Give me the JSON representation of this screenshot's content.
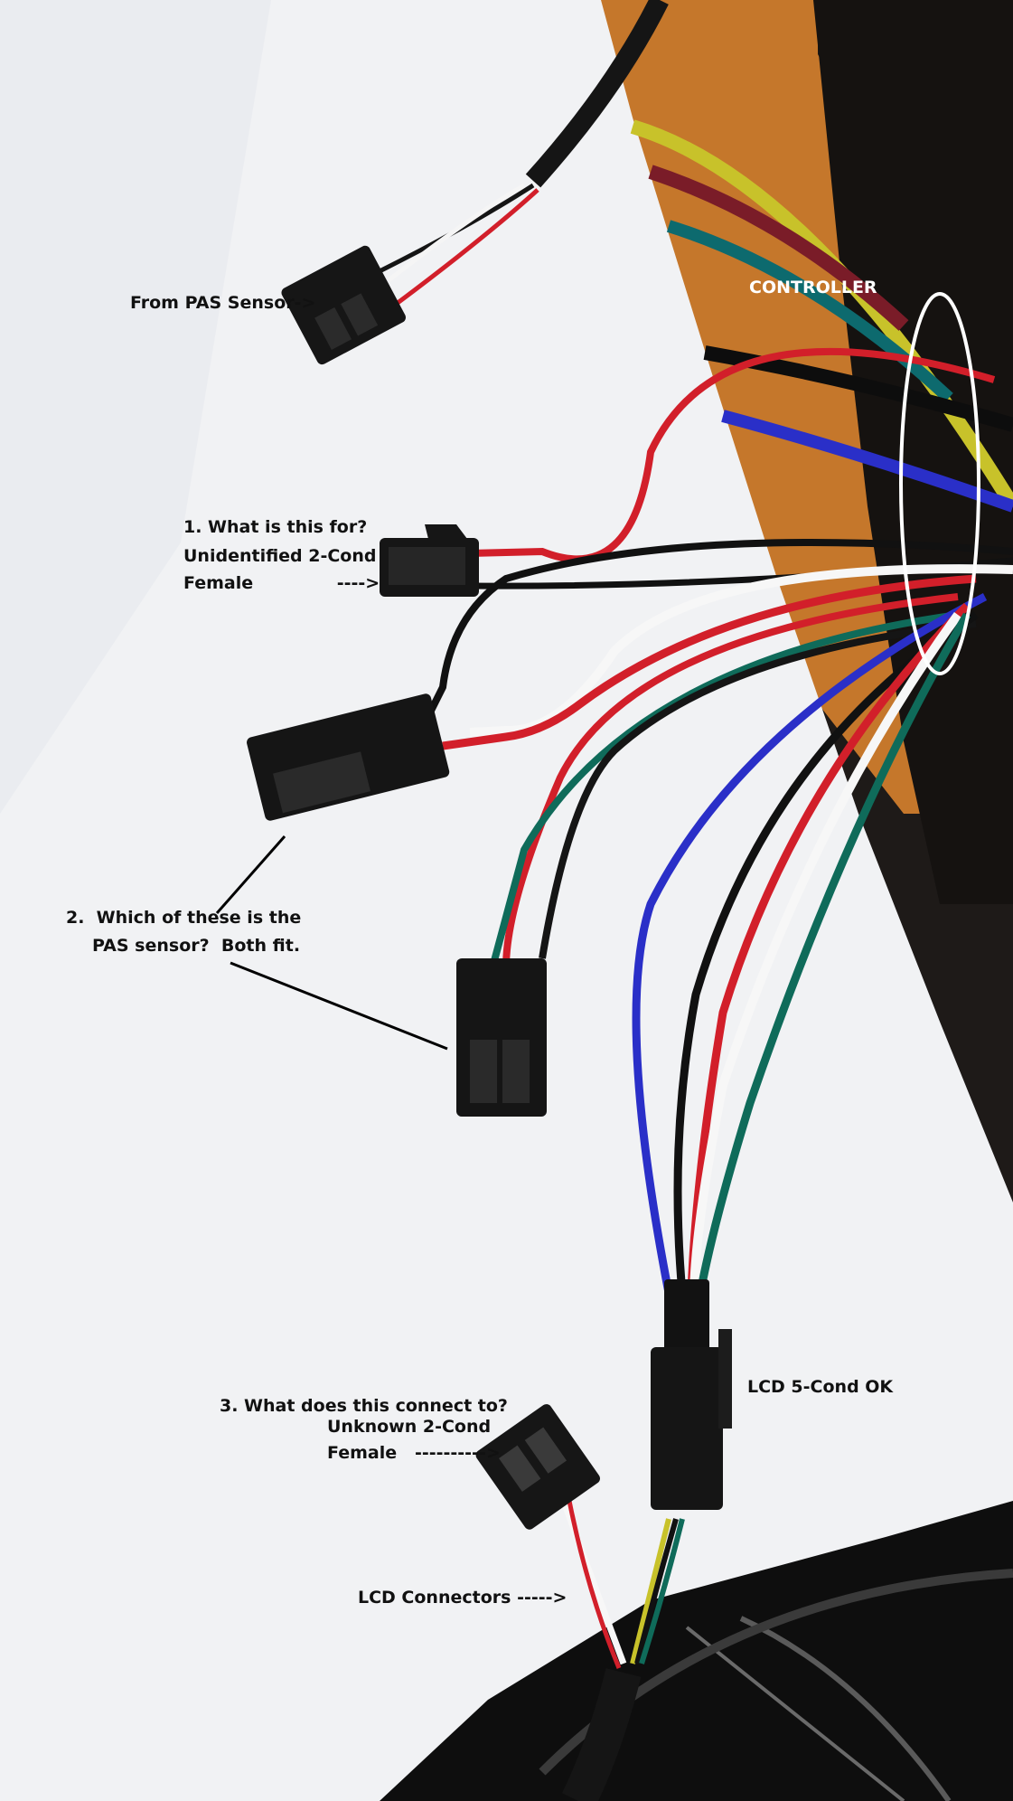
{
  "image": {
    "description_colors": {
      "paper": "#f2f3f5",
      "paper_shadow": "#d9dbe0",
      "wood": "#c77a2c",
      "dark_background": "#1e1a18",
      "connector": "#161616",
      "wire_red": "#d21f2a",
      "wire_black": "#111111",
      "wire_white": "#f4f4f4",
      "wire_blue": "#2a2fc8",
      "wire_green": "#0f6b5a",
      "wire_yellow": "#c8c22a",
      "highlight_ellipse": "#ffffff"
    }
  },
  "annotations": {
    "pas_sensor": "From PAS Sensor->",
    "controller": "CONTROLLER",
    "q1_line1": "1. What is this for?",
    "q1_line2": "Unidentified 2-Cond",
    "q1_line3": "Female              ---->",
    "q2_line1": "2.  Which of these is the",
    "q2_line2": "PAS sensor?  Both fit.",
    "lcd_ok": "LCD 5-Cond OK",
    "q3_line1": "3. What does this connect to?",
    "q3_line2": "Unknown 2-Cond",
    "q3_line3": "Female   ---------->",
    "lcd_connectors": "LCD Connectors ----->"
  }
}
